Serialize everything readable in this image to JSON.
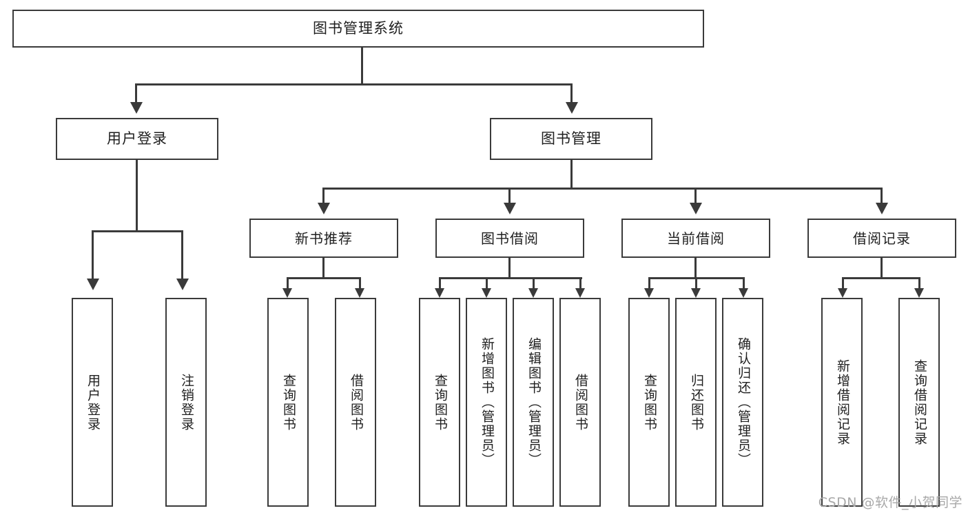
{
  "diagram": {
    "title": "图书管理系统",
    "type": "tree-hierarchy",
    "root": {
      "label": "图书管理系统"
    },
    "level2": [
      {
        "label": "用户登录"
      },
      {
        "label": "图书管理"
      }
    ],
    "level3": [
      {
        "label": "新书推荐"
      },
      {
        "label": "图书借阅"
      },
      {
        "label": "当前借阅"
      },
      {
        "label": "借阅记录"
      }
    ],
    "leaves": {
      "user_login": [
        {
          "label": "用户登录"
        },
        {
          "label": "注销登录"
        }
      ],
      "new_book_recommend": [
        {
          "label": "查询图书"
        },
        {
          "label": "借阅图书"
        }
      ],
      "book_borrow": [
        {
          "label": "查询图书"
        },
        {
          "label": "新增图书（管理员）"
        },
        {
          "label": "编辑图书（管理员）"
        },
        {
          "label": "借阅图书"
        }
      ],
      "current_borrow": [
        {
          "label": "查询图书"
        },
        {
          "label": "归还图书"
        },
        {
          "label": "确认归还（管理员）"
        }
      ],
      "borrow_record": [
        {
          "label": "新增借阅记录"
        },
        {
          "label": "查询借阅记录"
        }
      ]
    }
  },
  "watermark": {
    "text": "CSDN @软件_小贺同学"
  },
  "colors": {
    "stroke": "#3a3a3a",
    "text": "#1f1f1f",
    "background": "#ffffff",
    "watermark": "#a8a8a8"
  }
}
